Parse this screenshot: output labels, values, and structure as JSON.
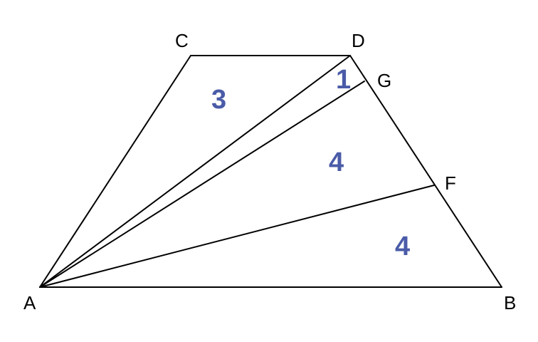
{
  "vertices": {
    "A": "A",
    "B": "B",
    "C": "C",
    "D": "D",
    "F": "F",
    "G": "G"
  },
  "areas": {
    "region_ACD": "3",
    "region_ADG": "1",
    "region_AGF": "4",
    "region_AFB": "4"
  },
  "colors": {
    "lines": "#000000",
    "vertex_text": "#000000",
    "area_text": "#4a5ba8"
  }
}
